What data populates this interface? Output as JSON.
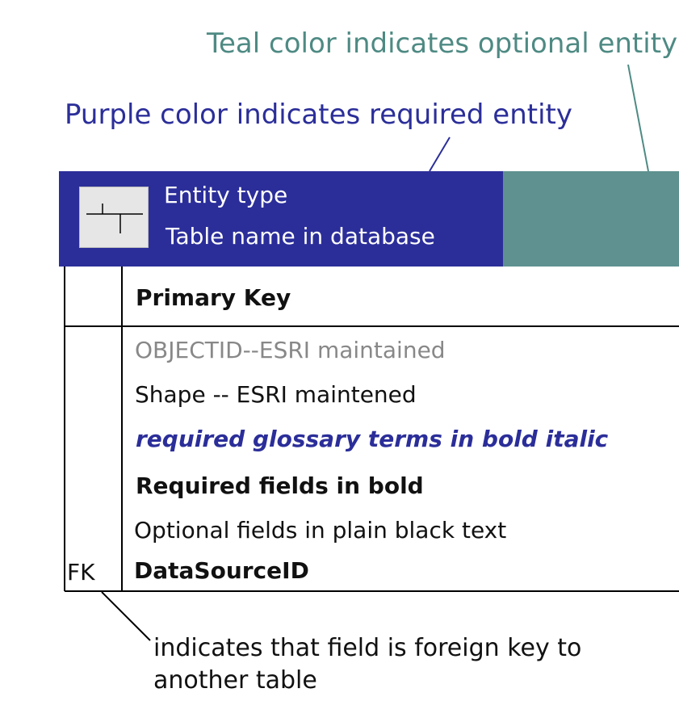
{
  "annotations": {
    "optional_entity": "Teal color indicates optional entity",
    "required_entity": "Purple color indicates required entity",
    "foreign_key": "indicates that field is foreign key to another table"
  },
  "colors": {
    "required_purple": "#2b2e99",
    "optional_teal": "#5e9190",
    "teal_text": "#4e8a83",
    "purple_text": "#2b2e99",
    "grey_text": "#888888"
  },
  "entity": {
    "icon": "entity-table-icon",
    "type_label": "Entity type",
    "table_name_label": "Table name in database"
  },
  "rows": {
    "primary_key": "Primary Key",
    "objectid": "OBJECTID--ESRI maintained",
    "shape": "Shape -- ESRI maintened",
    "glossary_terms": "required glossary terms in bold italic",
    "required_fields": "Required fields in bold",
    "optional_fields": "Optional fields in plain black text",
    "datasource_field": "DataSourceID",
    "fk_marker": "FK"
  }
}
